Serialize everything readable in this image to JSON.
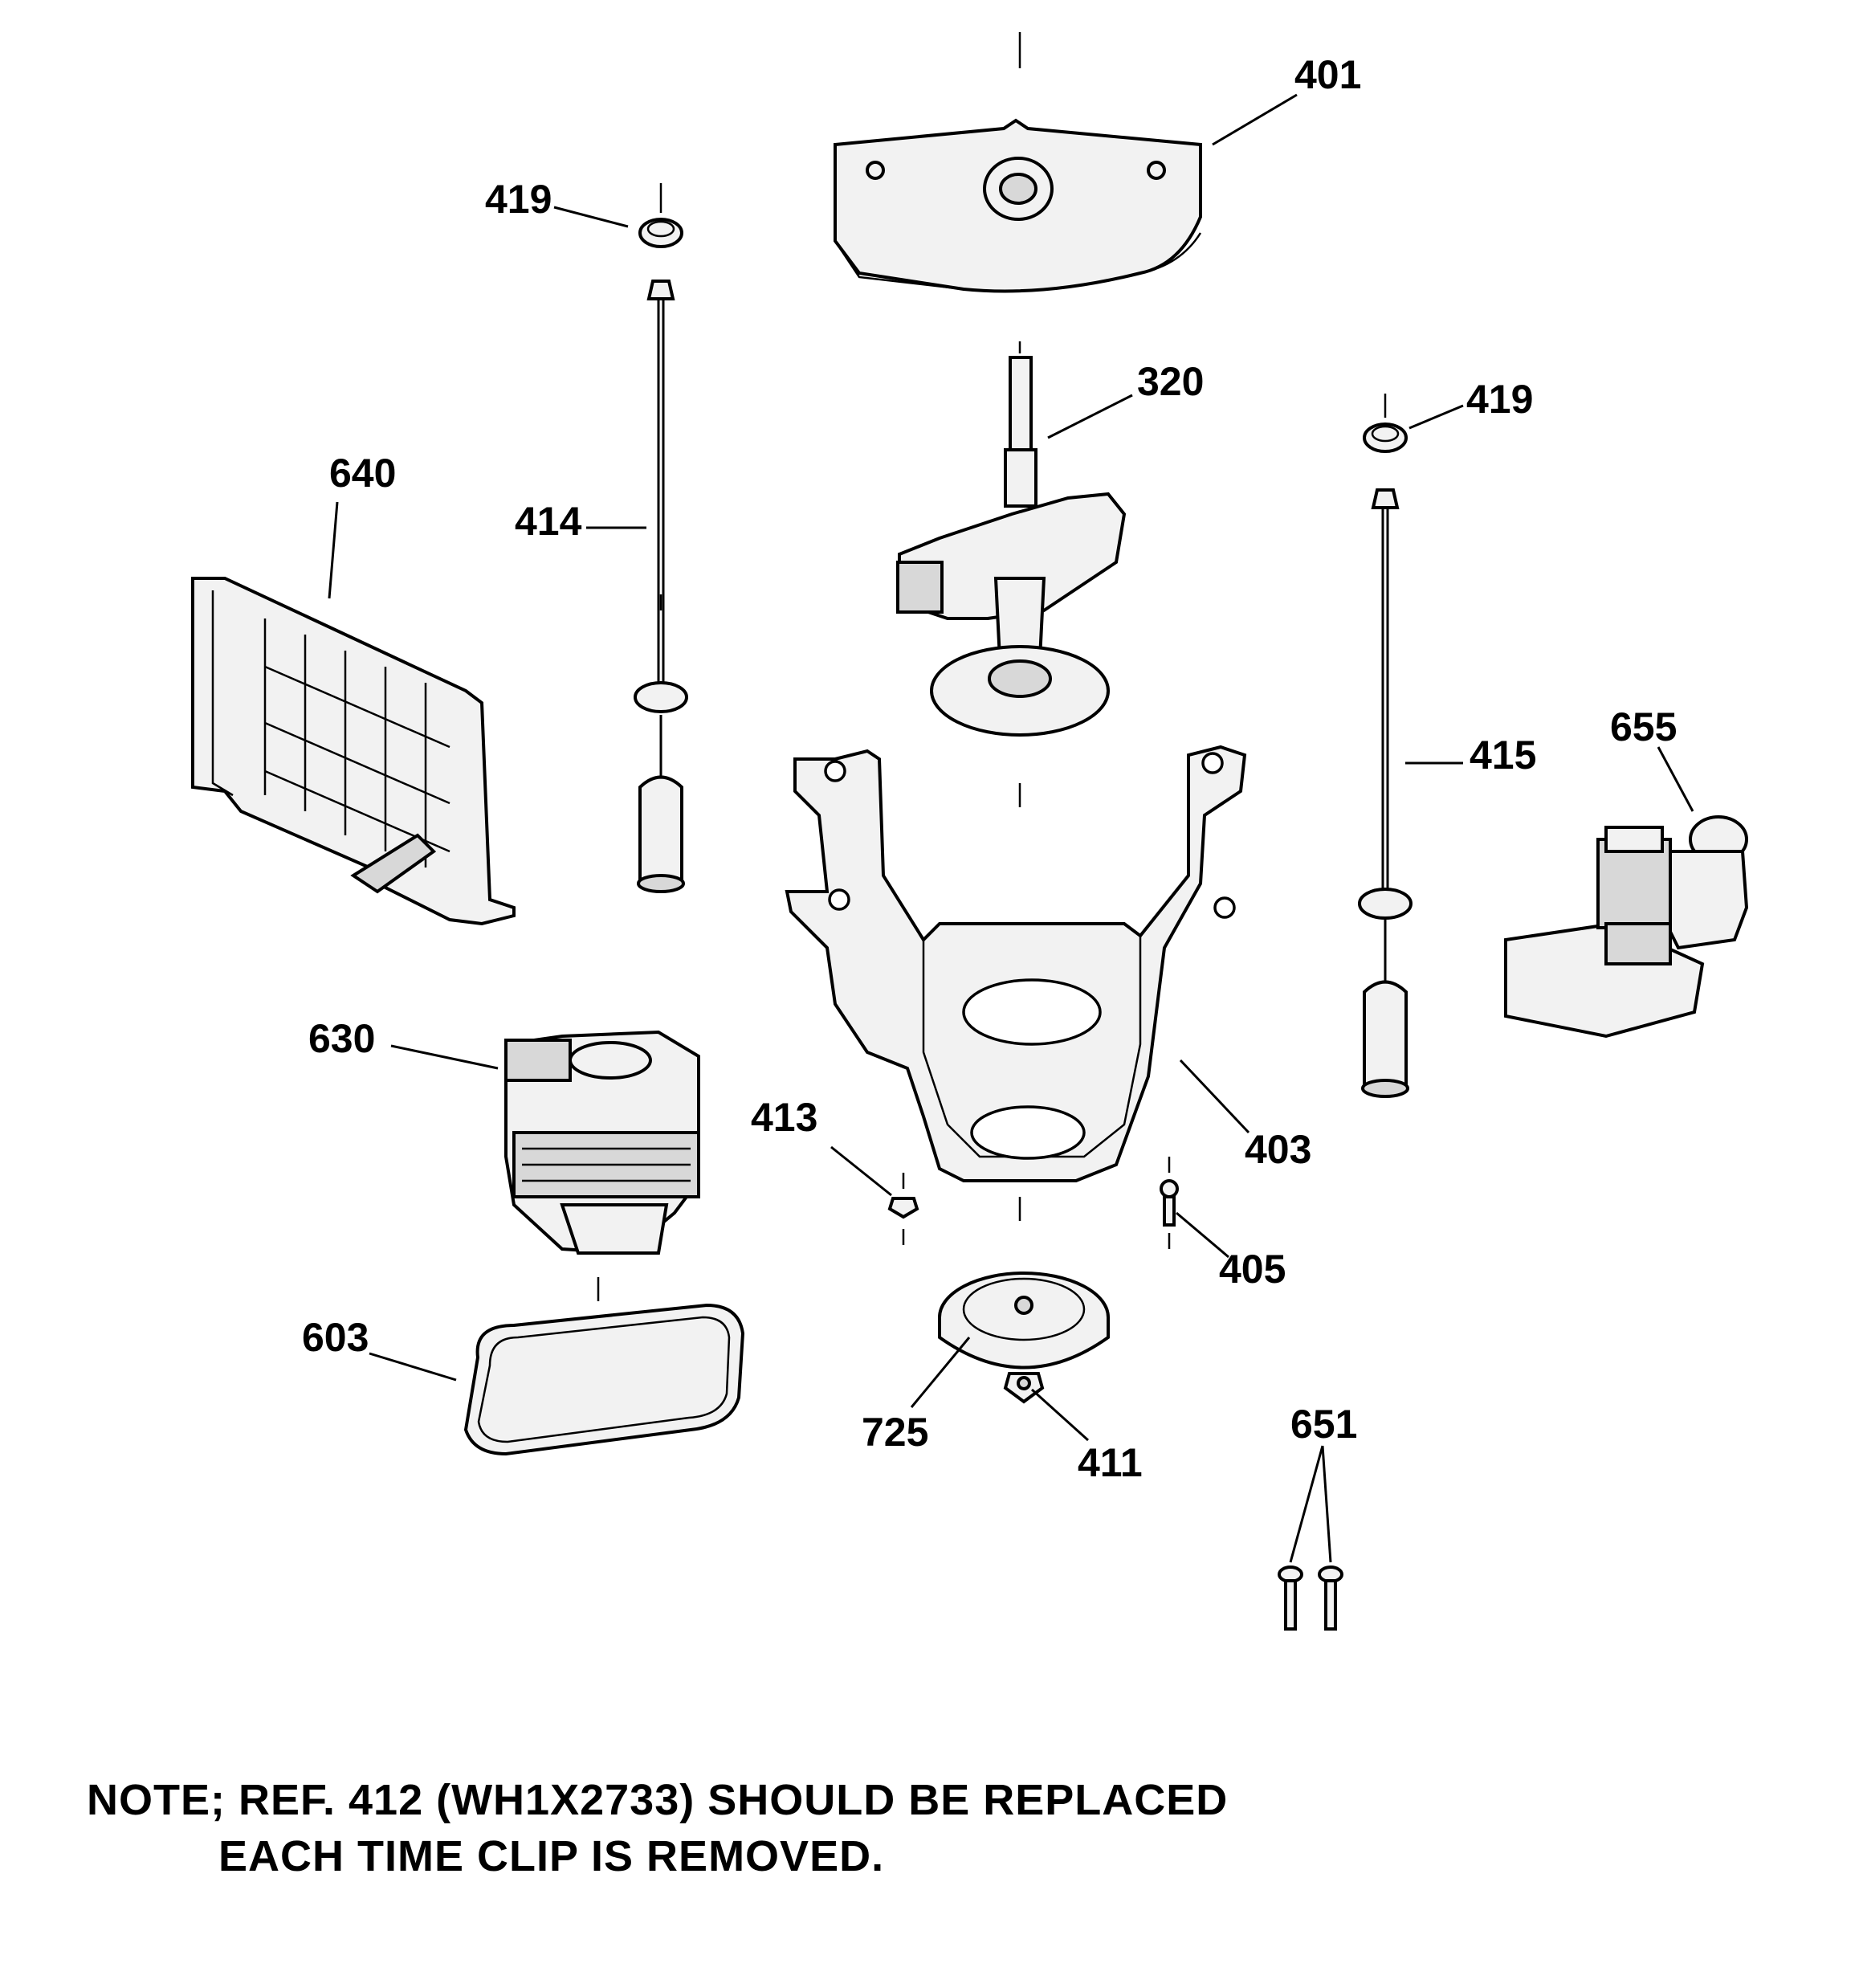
{
  "diagram": {
    "callouts": [
      {
        "id": "401",
        "label": "401"
      },
      {
        "id": "419a",
        "label": "419"
      },
      {
        "id": "419b",
        "label": "419"
      },
      {
        "id": "320",
        "label": "320"
      },
      {
        "id": "640",
        "label": "640"
      },
      {
        "id": "414",
        "label": "414"
      },
      {
        "id": "415",
        "label": "415"
      },
      {
        "id": "655",
        "label": "655"
      },
      {
        "id": "630",
        "label": "630"
      },
      {
        "id": "413",
        "label": "413"
      },
      {
        "id": "403",
        "label": "403"
      },
      {
        "id": "405",
        "label": "405"
      },
      {
        "id": "603",
        "label": "603"
      },
      {
        "id": "725",
        "label": "725"
      },
      {
        "id": "411",
        "label": "411"
      },
      {
        "id": "651",
        "label": "651"
      }
    ],
    "note": {
      "line1": "NOTE; REF. 412 (WH1X2733) SHOULD BE REPLACED",
      "line2": "EACH TIME CLIP IS REMOVED."
    }
  }
}
